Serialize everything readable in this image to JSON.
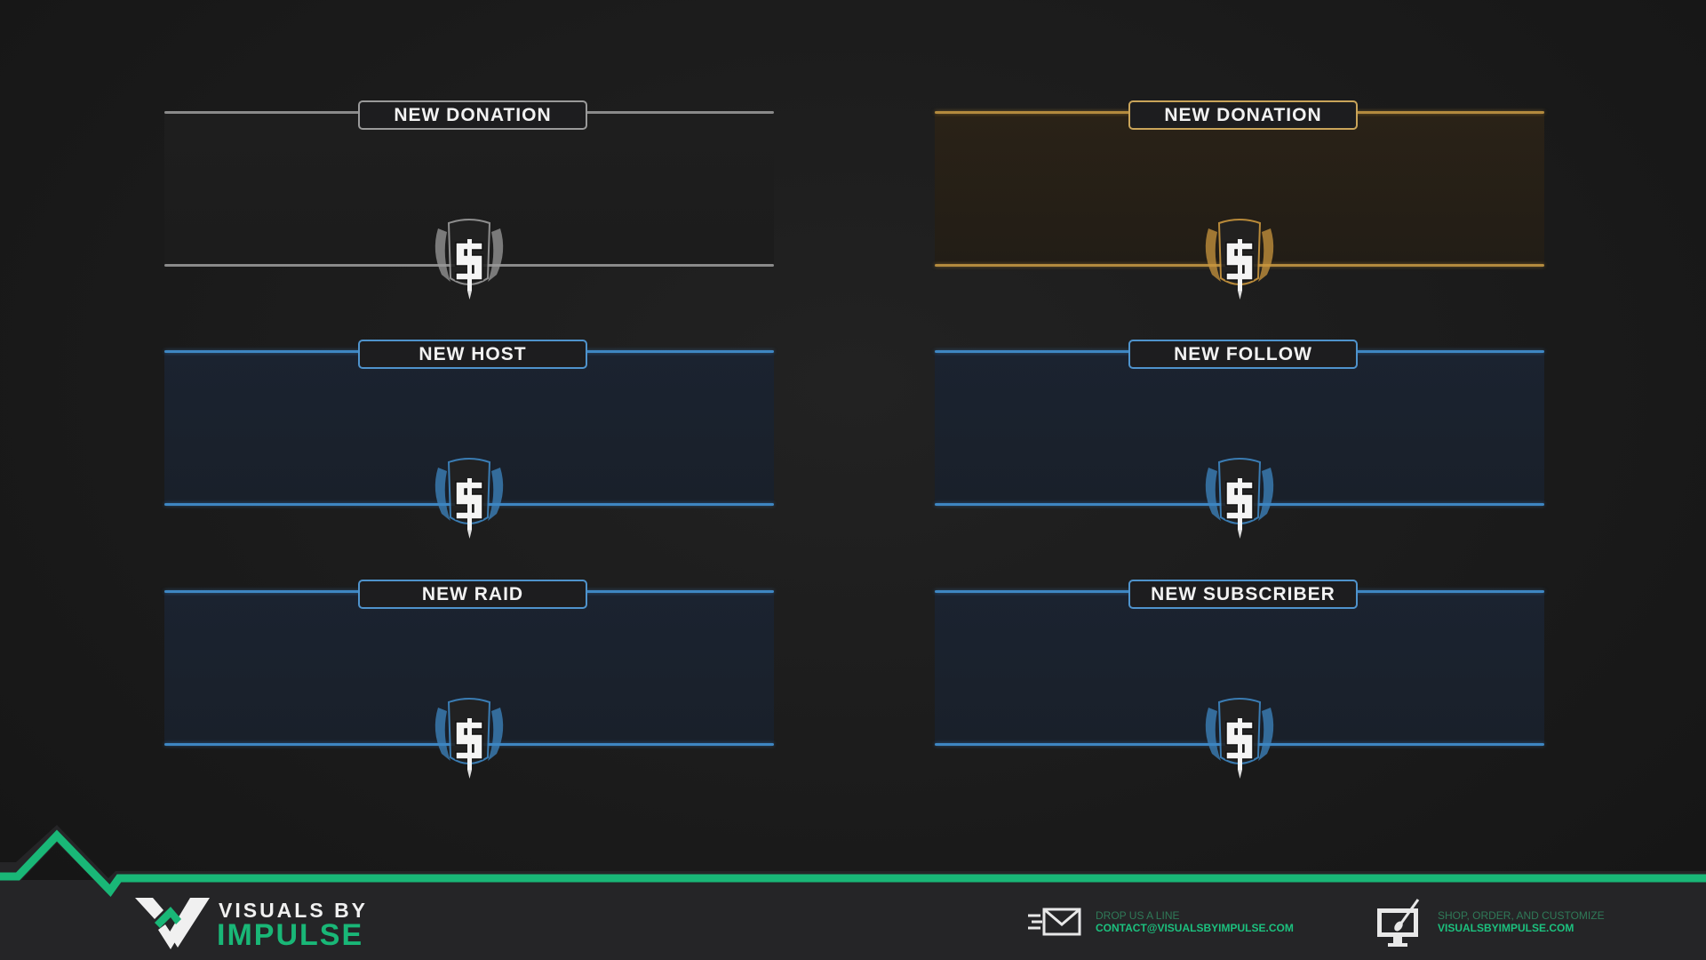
{
  "panels": [
    {
      "label": "NEW DONATION",
      "theme": "gray"
    },
    {
      "label": "NEW DONATION",
      "theme": "gold"
    },
    {
      "label": "NEW HOST",
      "theme": "blue"
    },
    {
      "label": "NEW FOLLOW",
      "theme": "blue"
    },
    {
      "label": "NEW RAID",
      "theme": "blue"
    },
    {
      "label": "NEW SUBSCRIBER",
      "theme": "blue"
    }
  ],
  "colors": {
    "accent_green": "#19b777",
    "gold": "#b38a3e",
    "blue": "#3e86c2",
    "gray": "#8a8a8a"
  },
  "footer": {
    "brand_line1": "VISUALS BY",
    "brand_line2": "IMPULSE",
    "contact_caption": "DROP US A LINE",
    "contact_email": "CONTACT@VISUALSBYIMPULSE.COM",
    "shop_caption": "SHOP, ORDER, AND CUSTOMIZE",
    "shop_url": "VISUALSBYIMPULSE.COM",
    "icons": [
      "envelope-icon",
      "monitor-brush-icon"
    ]
  }
}
